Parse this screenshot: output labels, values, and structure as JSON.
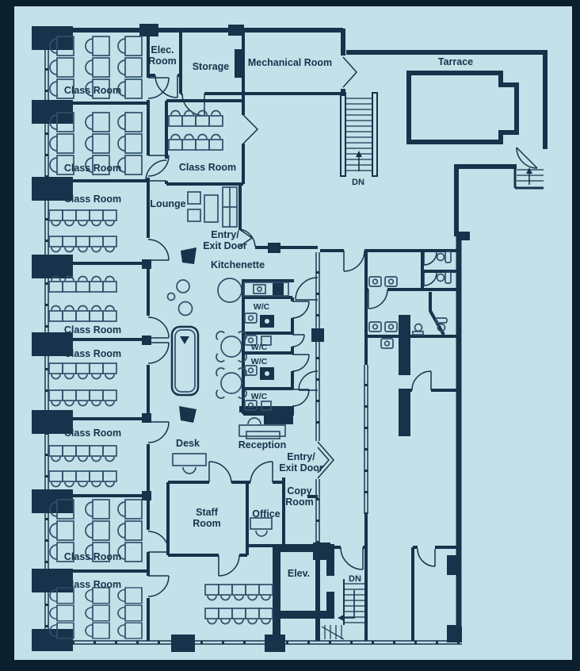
{
  "title": "Office floor plan",
  "colors": {
    "background": "#0c1f2e",
    "floor": "#c4e0e9",
    "ink": "#17334b"
  },
  "labels": {
    "class_room": "Class Room",
    "elec_room": [
      "Elec.",
      "Room"
    ],
    "storage": "Storage",
    "mechanical_room": "Mechanical Room",
    "tarrace": "Tarrace",
    "lounge": "Lounge",
    "entry_exit": [
      "Entry/",
      "Exit Door"
    ],
    "kitchenette": "Kitchenette",
    "wc": "W/C",
    "desk": "Desk",
    "reception": "Reception",
    "copy_room": [
      "Copy",
      "Room"
    ],
    "staff_room": [
      "Staff",
      "Room"
    ],
    "office": "Office",
    "elevator": "Elev.",
    "down": "DN"
  }
}
